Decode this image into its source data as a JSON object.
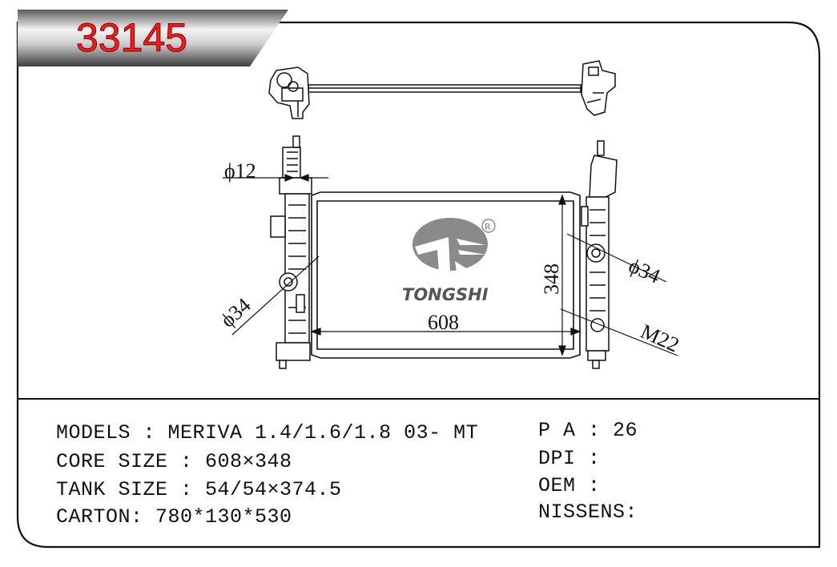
{
  "header": {
    "part_number": "33145"
  },
  "drawing": {
    "dims": {
      "inlet_diameter": "ϕ12",
      "left_port": "ϕ34",
      "right_port": "ϕ34",
      "height": "348",
      "width": "608",
      "thread": "M22"
    },
    "brand": {
      "name": "TONGSHI",
      "registered": "R"
    }
  },
  "specs": {
    "models": "MODELS : MERIVA 1.4/1.6/1.8 03- MT",
    "core_size": "CORE SIZE : 608×348",
    "tank_size": "TANK SIZE : 54/54×374.5",
    "carton": "CARTON: 780*130*530",
    "pa": "P A : 26",
    "dpi": "DPI :",
    "oem": "OEM :",
    "nissens": "NISSENS:"
  }
}
